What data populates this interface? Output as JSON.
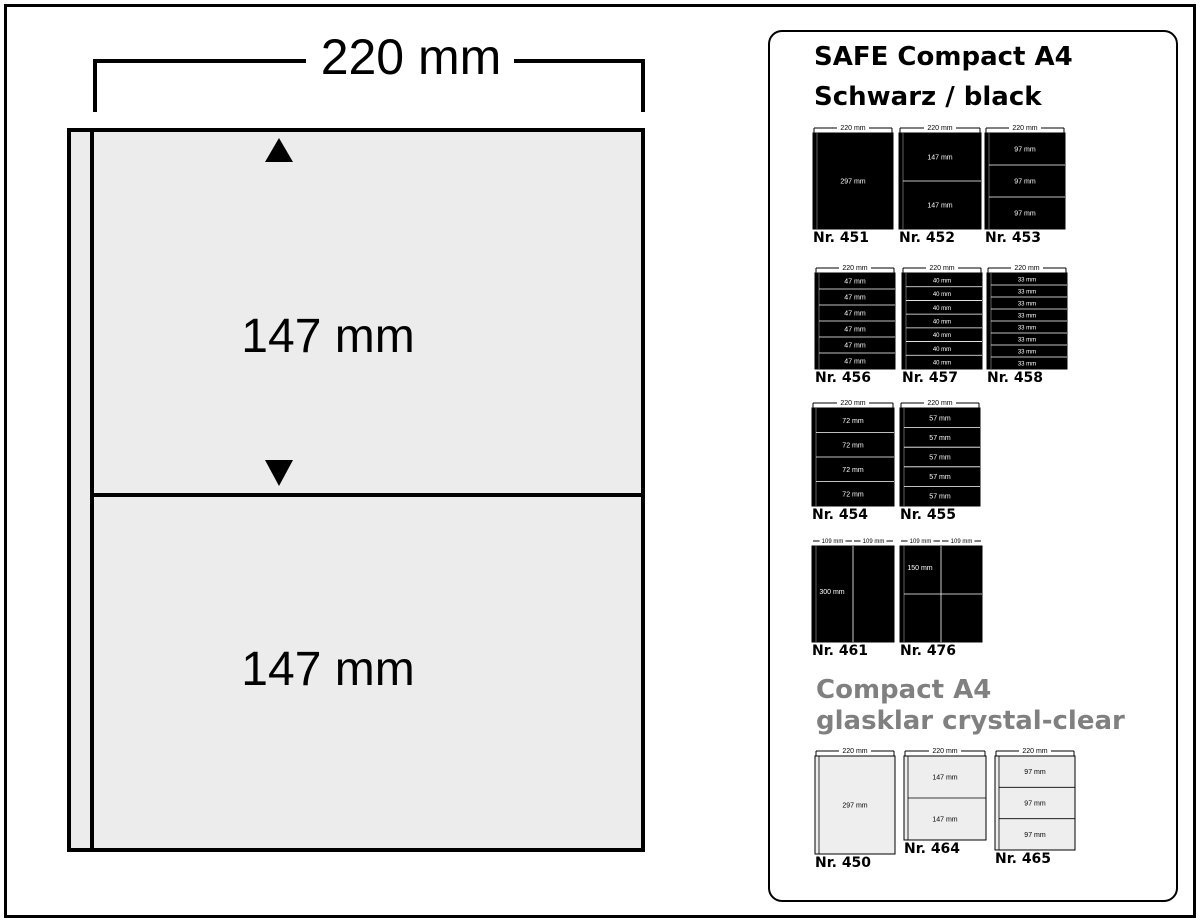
{
  "main_diagram": {
    "width_label": "220 mm",
    "top_pocket_label": "147 mm",
    "bottom_pocket_label": "147 mm"
  },
  "panel": {
    "black_title_line1": "SAFE Compact A4",
    "black_title_line2": "Schwarz / black",
    "clear_title_line1": "Compact A4",
    "clear_title_line2": "glasklar crystal-clear"
  },
  "colors": {
    "sheet_fill": "#ececec",
    "black_sheet": "#000000",
    "clear_title": "#808080"
  },
  "thumbnails": [
    {
      "label": "Nr. 451",
      "style": "black",
      "width": "220 mm",
      "rows": [
        "297 mm"
      ]
    },
    {
      "label": "Nr. 452",
      "style": "black",
      "width": "220 mm",
      "rows": [
        "147 mm",
        "147 mm"
      ]
    },
    {
      "label": "Nr. 453",
      "style": "black",
      "width": "220 mm",
      "rows": [
        "97 mm",
        "97 mm",
        "97 mm"
      ]
    },
    {
      "label": "Nr. 456",
      "style": "black",
      "width": "220 mm",
      "rows": [
        "47 mm",
        "47 mm",
        "47 mm",
        "47 mm",
        "47 mm",
        "47 mm"
      ]
    },
    {
      "label": "Nr. 457",
      "style": "black",
      "width": "220 mm",
      "rows": [
        "40 mm",
        "40 mm",
        "40 mm",
        "40 mm",
        "40 mm",
        "40 mm",
        "40 mm"
      ]
    },
    {
      "label": "Nr. 458",
      "style": "black",
      "width": "220 mm",
      "rows": [
        "33 mm",
        "33 mm",
        "33 mm",
        "33 mm",
        "33 mm",
        "33 mm",
        "33 mm",
        "33 mm"
      ]
    },
    {
      "label": "Nr. 454",
      "style": "black",
      "width": "220 mm",
      "rows": [
        "72 mm",
        "72 mm",
        "72 mm",
        "72 mm"
      ]
    },
    {
      "label": "Nr. 455",
      "style": "black",
      "width": "220 mm",
      "rows": [
        "57 mm",
        "57 mm",
        "57 mm",
        "57 mm",
        "57 mm"
      ]
    },
    {
      "label": "Nr. 461",
      "style": "black",
      "width": "",
      "col_widths": [
        "109 mm",
        "109 mm"
      ],
      "rows": [
        "300 mm"
      ],
      "layout": "cols"
    },
    {
      "label": "Nr. 476",
      "style": "black",
      "width": "",
      "col_widths": [
        "109 mm",
        "109 mm"
      ],
      "rows": [
        "150 mm"
      ],
      "layout": "grid"
    },
    {
      "label": "Nr. 450",
      "style": "clear",
      "width": "220 mm",
      "rows": [
        "297 mm"
      ]
    },
    {
      "label": "Nr. 464",
      "style": "clear",
      "width": "220 mm",
      "rows": [
        "147 mm",
        "147 mm"
      ]
    },
    {
      "label": "Nr. 465",
      "style": "clear",
      "width": "220 mm",
      "rows": [
        "97 mm",
        "97 mm",
        "97 mm"
      ]
    }
  ]
}
